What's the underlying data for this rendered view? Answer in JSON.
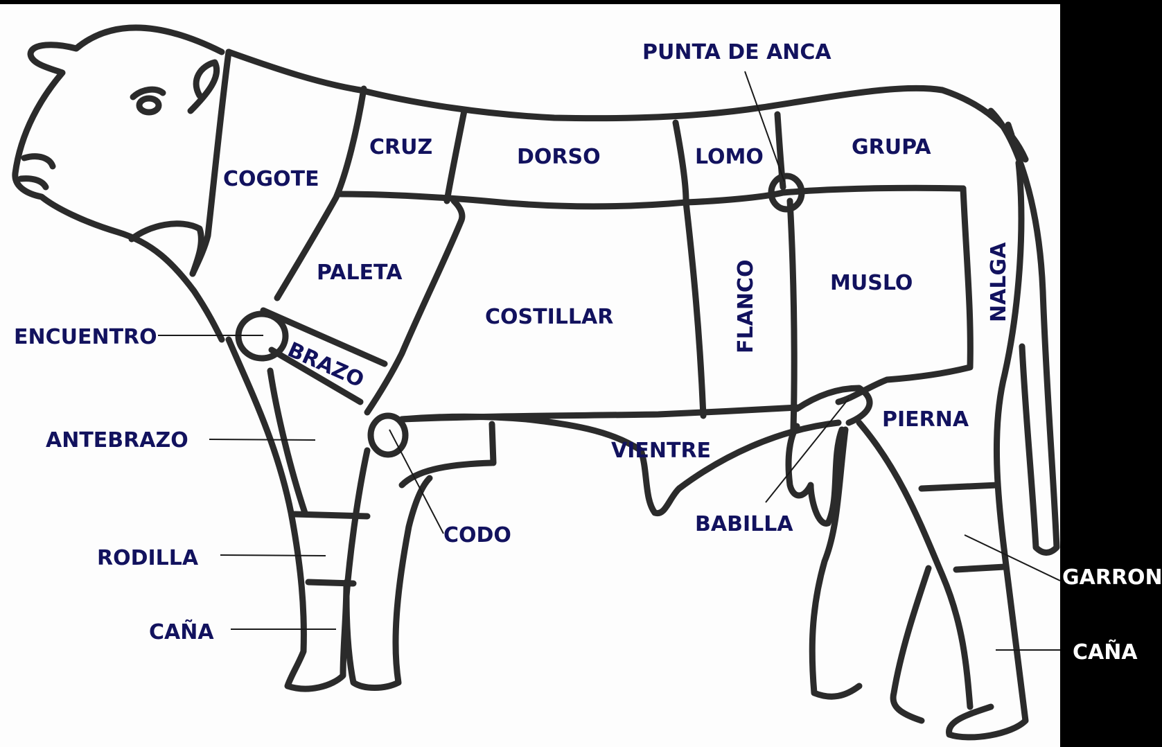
{
  "colors": {
    "paper": "#fdfdfd",
    "frame": "#000000",
    "outline": "#2b2b2b",
    "label": "#12125e",
    "label_on_frame": "#ffffff"
  },
  "labels": {
    "punta_de_anca": "PUNTA DE ANCA",
    "cogote": "COGOTE",
    "cruz": "CRUZ",
    "dorso": "DORSO",
    "lomo": "LOMO",
    "grupa": "GRUPA",
    "paleta": "PALETA",
    "costillar": "COSTILLAR",
    "flanco": "FLANCO",
    "muslo": "MUSLO",
    "nalga": "NALGA",
    "encuentro": "ENCUENTRO",
    "brazo": "BRAZO",
    "antebrazo": "ANTEBRAZO",
    "vientre": "VIENTRE",
    "pierna": "PIERNA",
    "codo": "CODO",
    "babilla": "BABILLA",
    "rodilla": "RODILLA",
    "cana_front": "CAÑA",
    "garron": "GARRON",
    "cana_rear": "CAÑA"
  }
}
